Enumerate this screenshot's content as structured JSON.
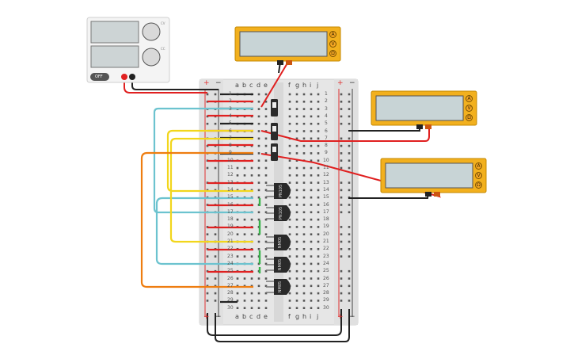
{
  "breadboard": {
    "columns_left": [
      "a",
      "b",
      "c",
      "d",
      "e"
    ],
    "columns_right": [
      "f",
      "g",
      "h",
      "i",
      "j"
    ],
    "rows": [
      "1",
      "2",
      "3",
      "4",
      "5",
      "6",
      "7",
      "8",
      "9",
      "10",
      "11",
      "12",
      "13",
      "14",
      "15",
      "16",
      "17",
      "18",
      "19",
      "20",
      "21",
      "22",
      "23",
      "24",
      "25",
      "26",
      "27",
      "28",
      "29",
      "30"
    ],
    "rail_plus": "+",
    "rail_minus": "−"
  },
  "power_supply": {
    "off_label": "OFF",
    "knob_labels": [
      "CV",
      "CC"
    ]
  },
  "multimeters": [
    {
      "buttons": [
        "A",
        "V",
        "Ω"
      ]
    },
    {
      "buttons": [
        "A",
        "V",
        "Ω"
      ]
    },
    {
      "buttons": [
        "A",
        "V",
        "Ω"
      ]
    }
  ],
  "transistors": [
    {
      "label": "PN105"
    },
    {
      "label": "PN105"
    },
    {
      "label": "NM05"
    },
    {
      "label": "NM05"
    },
    {
      "label": "NM05"
    }
  ],
  "colors": {
    "board": "#e8e8e8",
    "multimeter_body": "#f2b01e",
    "display": "#c8d4d6",
    "wire_red": "#e02020",
    "wire_black": "#222222",
    "wire_cyan": "#6cc3cf",
    "wire_yellow": "#f2d61c",
    "wire_orange": "#ee7d10",
    "wire_green": "#37b34a"
  }
}
